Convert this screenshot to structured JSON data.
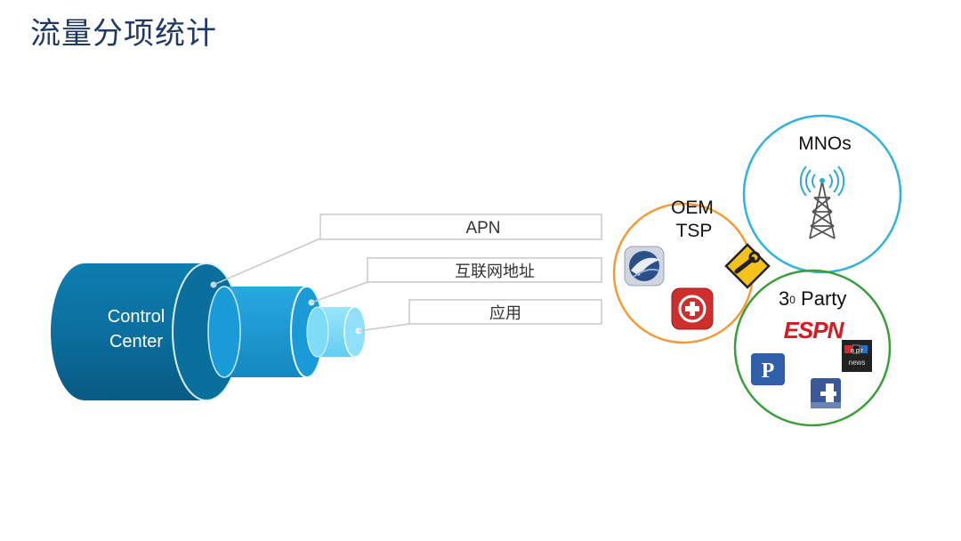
{
  "title": "流量分项统计",
  "cable": {
    "label_line1": "Control",
    "label_line2": "Center"
  },
  "callouts": {
    "apn": "APN",
    "ip": "互联网地址",
    "app": "应用"
  },
  "circles": {
    "oem_line1": "OEM",
    "oem_line2": "TSP",
    "mnos": "MNOs",
    "third_party": "3",
    "third_party_suffix": "0",
    "third_party_tail": " Party"
  },
  "logos": {
    "espn": "ESPN",
    "npr_line1": "n p r",
    "npr_line2": "news",
    "pandora": "P"
  },
  "colors": {
    "title": "#1f3864",
    "cable_outer": "#0b6f9e",
    "cable_mid": "#1a9bd7",
    "cable_inner": "#7fdcf7",
    "oem_ring": "#f59a34",
    "mnos_ring": "#2fb3dd",
    "party_ring": "#3a9d3a"
  }
}
